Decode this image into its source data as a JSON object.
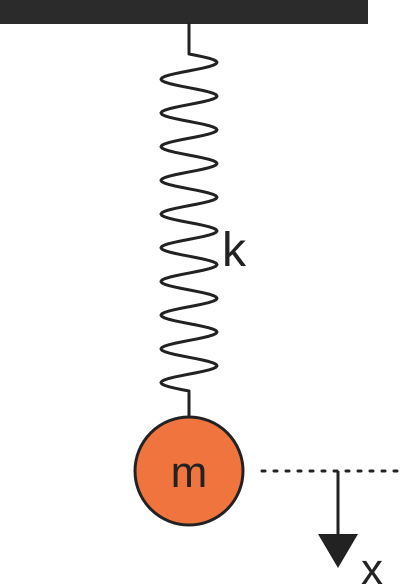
{
  "labels": {
    "spring_constant": "k",
    "mass": "m",
    "displacement": "x"
  },
  "colors": {
    "ceiling": "#2b2b2b",
    "spring": "#222222",
    "mass_fill": "#f0743e",
    "mass_stroke": "#222222",
    "reference_line": "#222222",
    "arrow": "#222222",
    "text": "#222222"
  }
}
